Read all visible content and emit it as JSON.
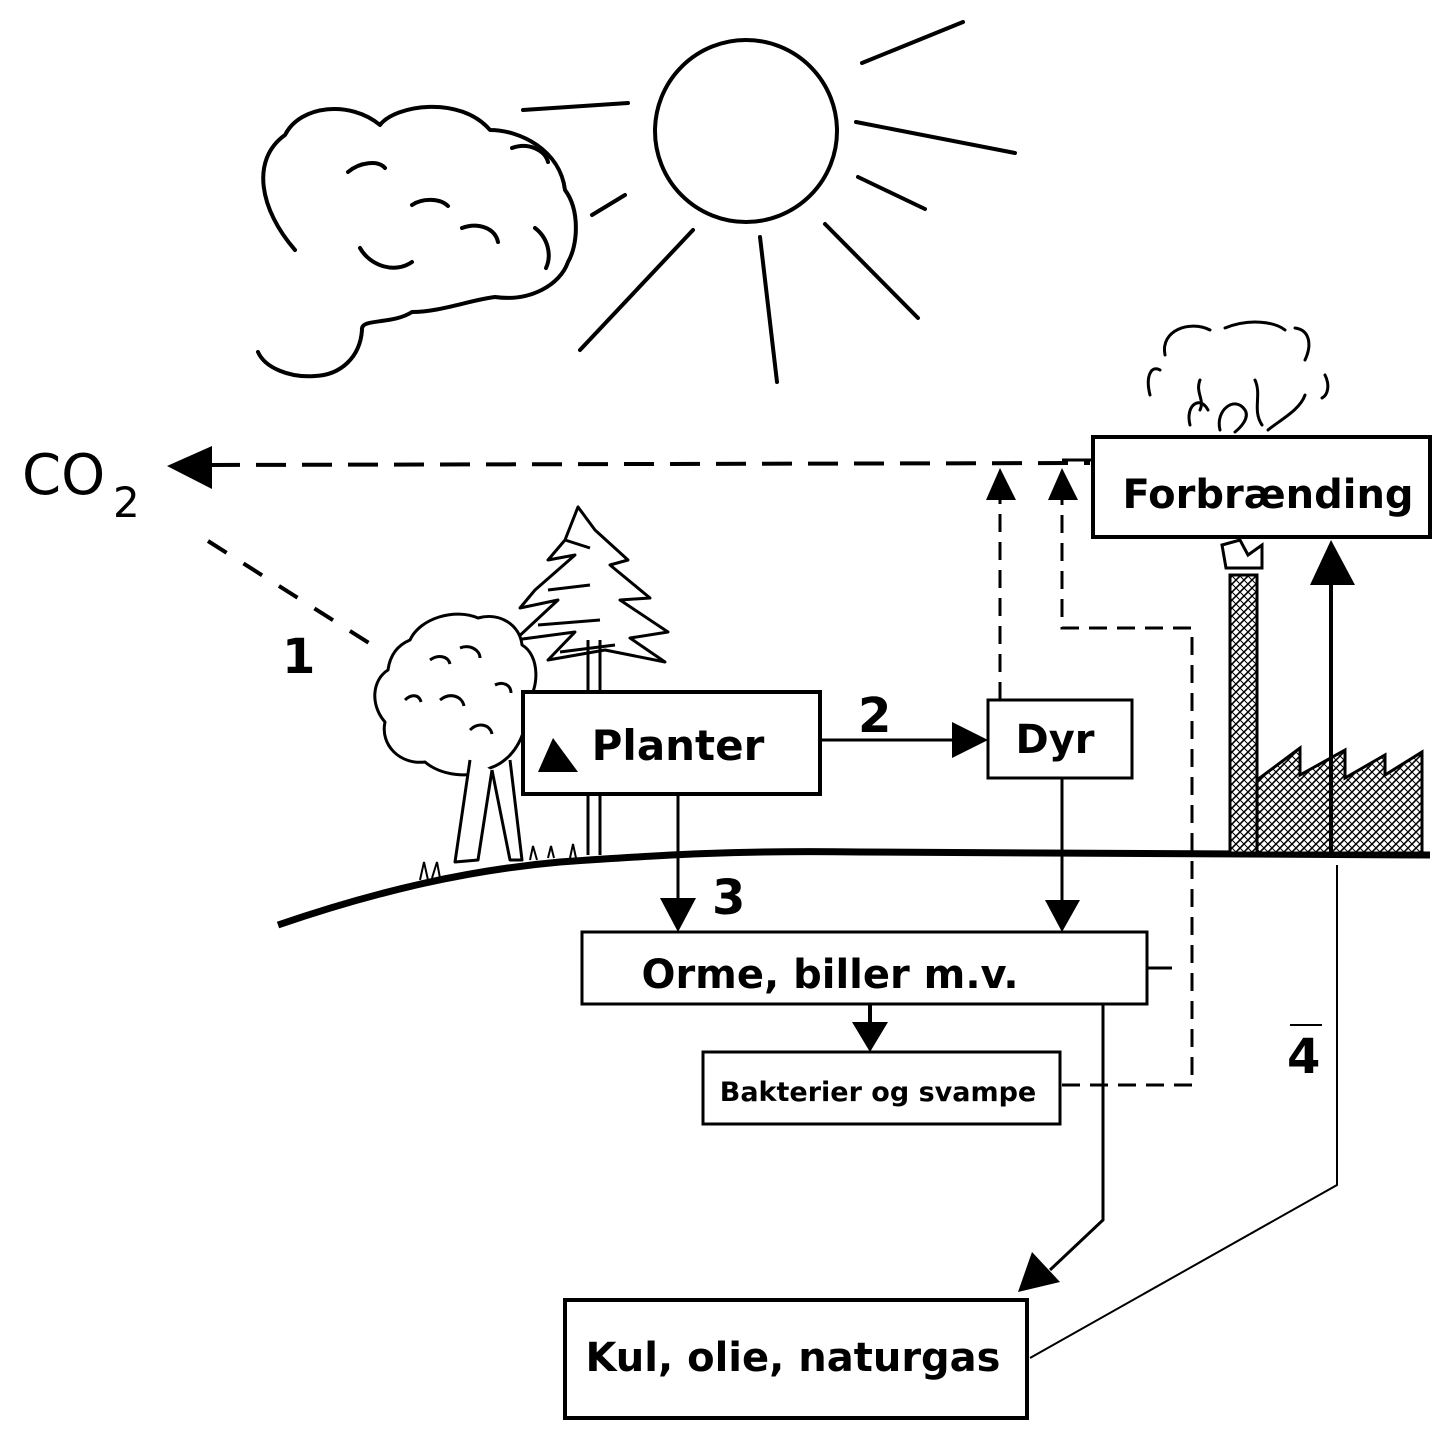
{
  "co2": {
    "main": "CO",
    "subscript": "2"
  },
  "boxes": {
    "forbraending": "Forbrænding",
    "planter": "Planter",
    "dyr": "Dyr",
    "orme": "Orme, biller m.v.",
    "bakterier": "Bakterier og svampe",
    "fossil": "Kul, olie, naturgas"
  },
  "step_numbers": {
    "n1": "1",
    "n2": "2",
    "n3": "3",
    "n4": "4"
  }
}
